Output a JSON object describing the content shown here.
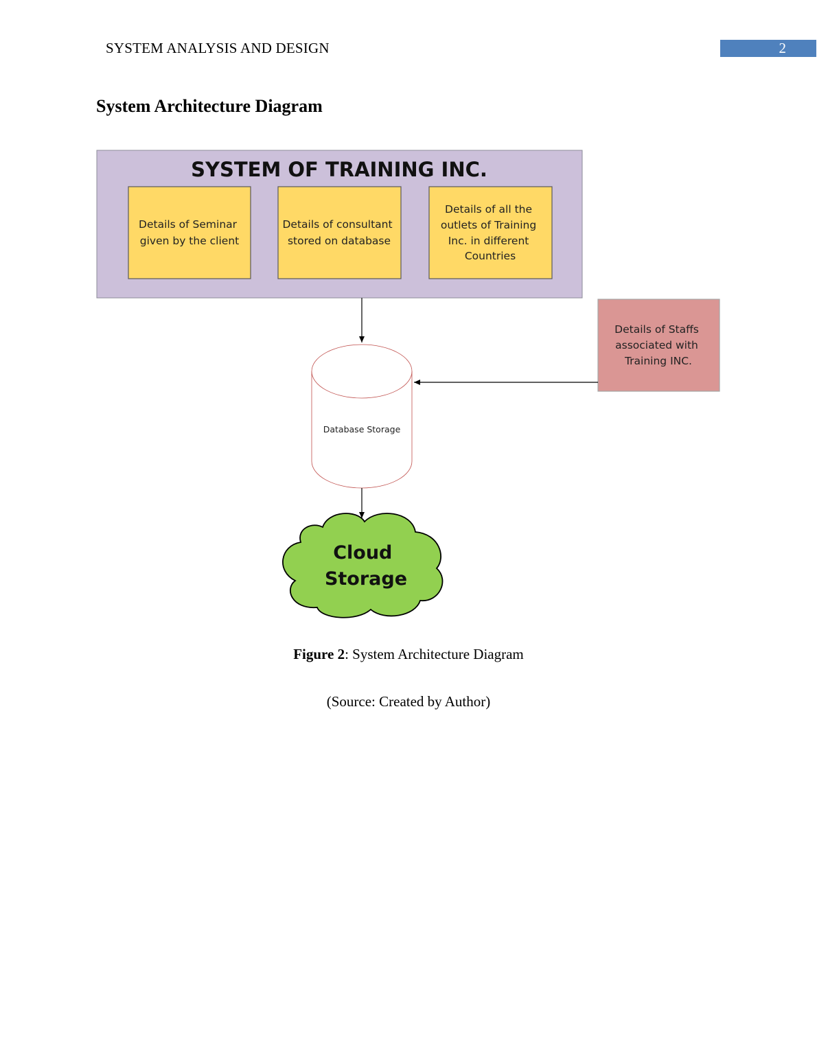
{
  "header": {
    "running_title": "SYSTEM ANALYSIS AND DESIGN",
    "page_number": "2"
  },
  "section": {
    "title": "System Architecture Diagram"
  },
  "diagram": {
    "system_box": {
      "title": "SYSTEM OF TRAINING INC.",
      "fill": "#ccc0da",
      "items": [
        {
          "lines": [
            "Details of Seminar",
            "given by the client"
          ]
        },
        {
          "lines": [
            "Details of consultant",
            "stored on database"
          ]
        },
        {
          "lines": [
            "Details of all the",
            "outlets of Training",
            "Inc. in different",
            "Countries"
          ]
        }
      ],
      "item_fill": "#ffd966"
    },
    "staff_box": {
      "lines": [
        "Details of Staffs",
        "associated with",
        "Training INC."
      ],
      "fill": "#da9694"
    },
    "database": {
      "label": "Database Storage"
    },
    "cloud": {
      "lines": [
        "Cloud",
        "Storage"
      ],
      "fill": "#92d050"
    }
  },
  "figure": {
    "label": "Figure 2",
    "caption": ": System Architecture Diagram",
    "source": "(Source: Created by Author)"
  }
}
